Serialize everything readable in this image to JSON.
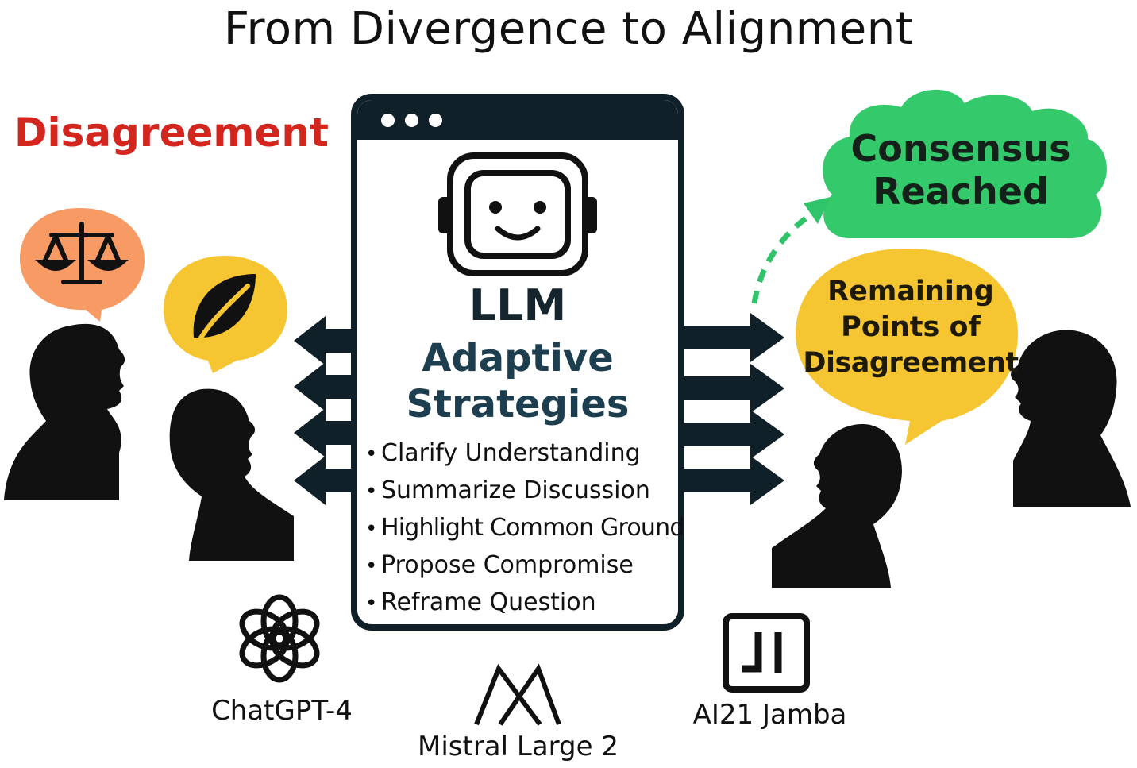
{
  "title": "From Divergence to Alignment",
  "left_label": "Disagreement",
  "center_panel": {
    "heading": "LLM",
    "subheading_line1": "Adaptive",
    "subheading_line2": "Strategies",
    "strategies": [
      "Clarify Understanding",
      "Summarize Discussion",
      "Highlight Common Ground",
      "Propose Compromise",
      "Reframe Question"
    ]
  },
  "outcomes": {
    "consensus_line1": "Consensus",
    "consensus_line2": "Reached",
    "remaining_line1": "Remaining",
    "remaining_line2": "Points of",
    "remaining_line3": "Disagreement"
  },
  "models": [
    {
      "label": "ChatGPT-4",
      "icon": "openai-knot-icon"
    },
    {
      "label": "Mistral Large 2",
      "icon": "mistral-mountain-icon"
    },
    {
      "label": "AI21 Jamba",
      "icon": "ai21-square-icon"
    }
  ],
  "icons": [
    "scales-icon",
    "leaf-icon",
    "robot-face-icon",
    "window-dots-icon"
  ],
  "colors": {
    "disagreement_red": "#d3261f",
    "scales_bubble": "#f79a63",
    "leaf_bubble": "#f6c532",
    "consensus_bubble": "#34c96a",
    "remaining_bubble": "#f6c532",
    "dark_navy": "#102029",
    "subheading_teal": "#1c3e4e",
    "dashed_arrow_green": "#2fc46a"
  }
}
